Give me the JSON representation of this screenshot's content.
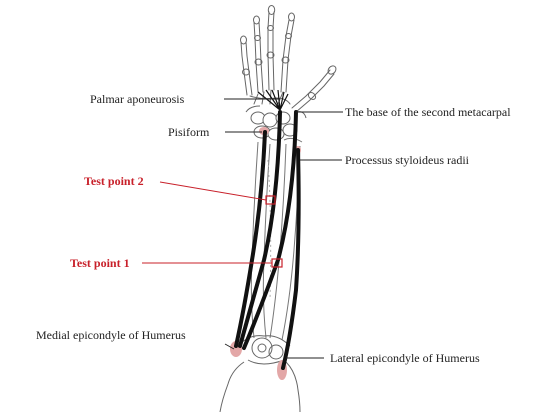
{
  "labels": {
    "palmar_aponeurosis": "Palmar aponeurosis",
    "base_second_metacarpal": "The base of the second metacarpal",
    "pisiform": "Pisiform",
    "processus_styloideus_radii": "Processus styloideus radii",
    "test_point_2": "Test point 2",
    "test_point_1": "Test point 1",
    "medial_epicondyle": "Medial epicondyle of Humerus",
    "lateral_epicondyle": "Lateral epicondyle of Humerus"
  },
  "colors": {
    "background": "#ffffff",
    "bone_outline": "#666666",
    "muscle_line": "#111111",
    "callout_line": "#222222",
    "test_point_marker": "#c8202a",
    "bony_landmark_highlight": "#e3a7a7"
  }
}
